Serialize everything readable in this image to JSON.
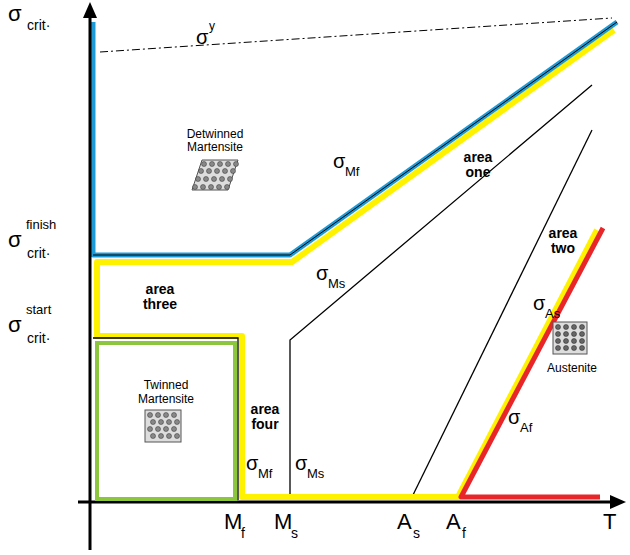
{
  "diagram": {
    "nodes": [
      {
        "text": [
          "Twinned Martensite"
        ]
      }
    ],
    "labels": [
      "σ",
      "crit·",
      "σ",
      "finish",
      "crit·",
      "σ",
      "start",
      "crit·",
      "σ",
      "y",
      "Detwinned Martensite",
      "σ",
      "Mf",
      "area one",
      "σ",
      "Ms",
      "area three",
      "area four",
      "σ",
      "Mf",
      "σ",
      "Ms",
      "area two",
      "σ",
      "As",
      "σ",
      "Af",
      "Austenite",
      "M",
      "f",
      "M",
      "s",
      "A",
      "s",
      "A",
      "f",
      "T"
    ]
  }
}
